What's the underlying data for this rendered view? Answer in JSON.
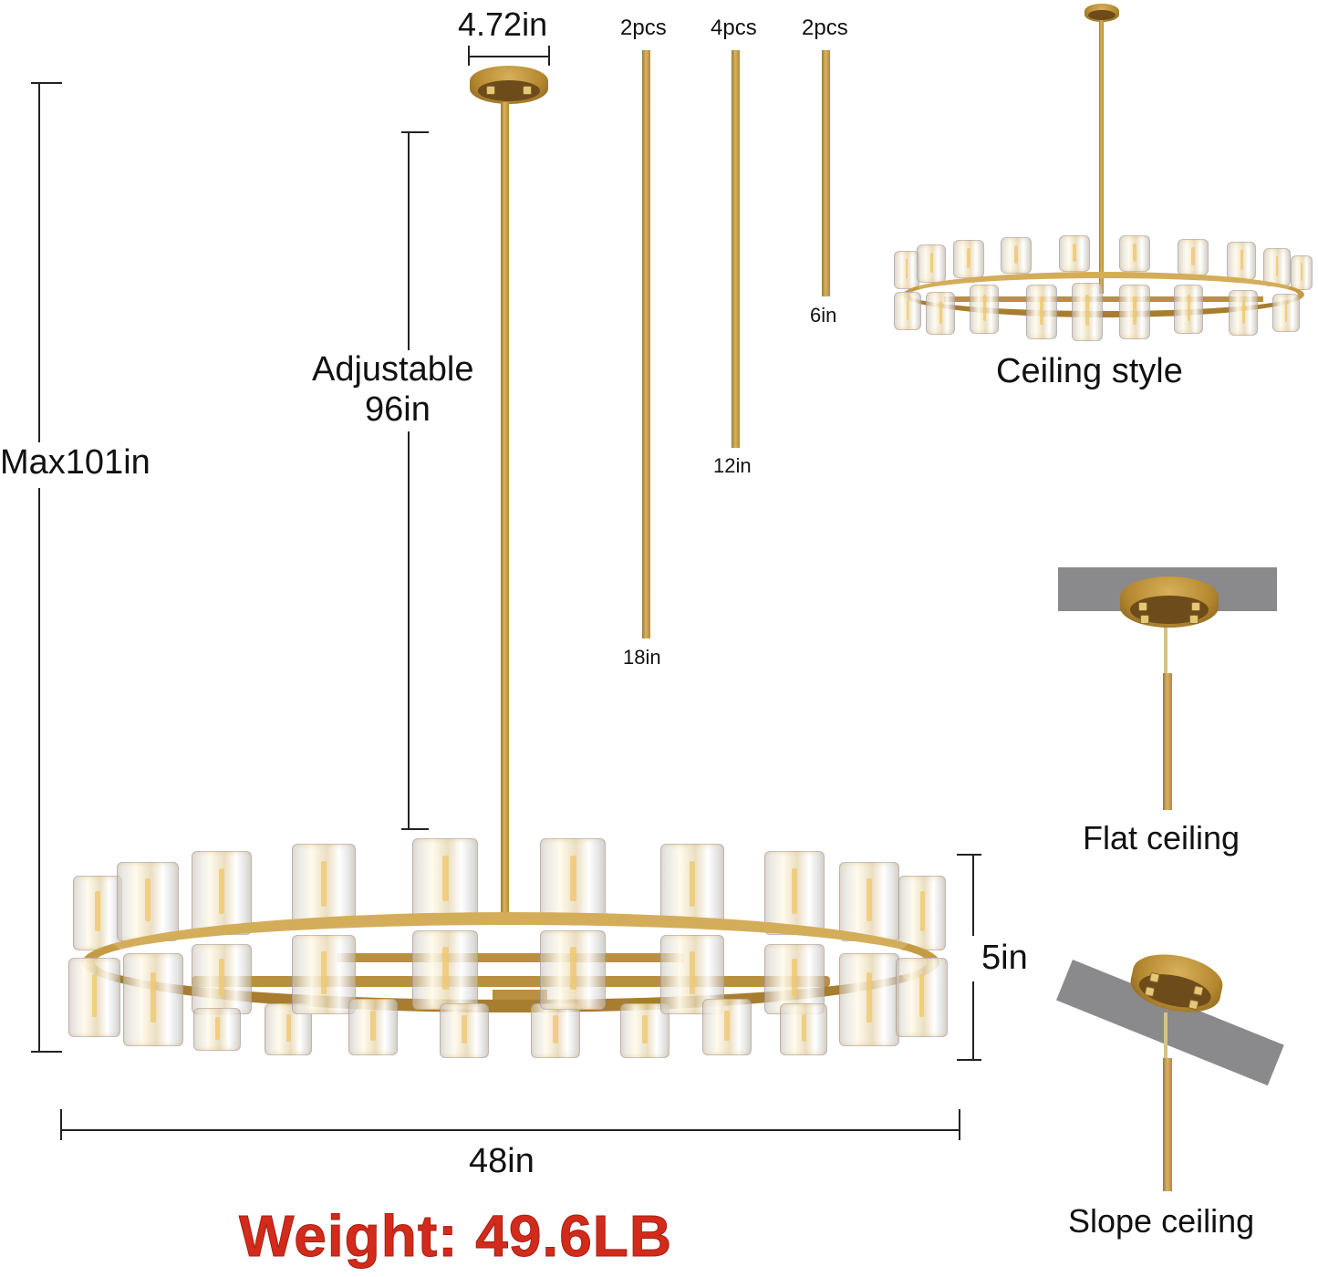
{
  "dimensions": {
    "canopy_width": "4.72in",
    "max_height": "Max101in",
    "adjustable_label": "Adjustable",
    "adjustable_value": "96in",
    "fixture_height": "5in",
    "fixture_width": "48in"
  },
  "rods": [
    {
      "quantity": "2pcs",
      "length": "18in"
    },
    {
      "quantity": "4pcs",
      "length": "12in"
    },
    {
      "quantity": "2pcs",
      "length": "6in"
    }
  ],
  "styles": {
    "ceiling_style": "Ceiling style",
    "flat_ceiling": "Flat ceiling",
    "slope_ceiling": "Slope ceiling"
  },
  "weight": "Weight: 49.6LB",
  "colors": {
    "brass": "#c59b45",
    "weight_text": "#d22b1b",
    "ceiling_gray": "#8a8a8c",
    "dimension_line": "#222222"
  }
}
